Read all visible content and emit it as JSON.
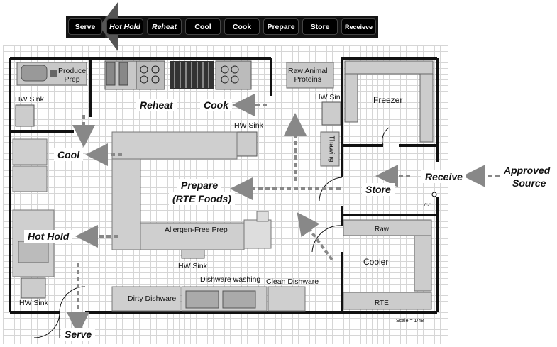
{
  "flow": {
    "steps": [
      "Serve",
      "Hot Hold",
      "Reheat",
      "Cool",
      "Cook",
      "Prepare",
      "Store",
      "Receieve"
    ]
  },
  "areas": {
    "produce_prep": "Produce\nPrep",
    "raw_animal": "Raw Animal\nProteins",
    "freezer": "Freezer",
    "thawing": "Thawing",
    "cooler": "Cooler",
    "raw": "Raw",
    "rte": "RTE",
    "allergen": "Allergen-Free Prep",
    "dirty": "Dirty Dishware",
    "dishwashing": "Dishware washing",
    "clean": "Clean Dishware",
    "hw_sink": "HW Sink",
    "hw_sink_cut": "HW Sin"
  },
  "stages": {
    "reheat": "Reheat",
    "cook": "Cook",
    "cool": "Cool",
    "prepare_1": "Prepare",
    "prepare_2": "(RTE Foods)",
    "hot_hold": "Hot Hold",
    "serve": "Serve",
    "store": "Store",
    "receive": "Receive",
    "approved_1": "Approved",
    "approved_2": "Source"
  },
  "scale": "Scale = 1/48",
  "dimension": "0'-\""
}
